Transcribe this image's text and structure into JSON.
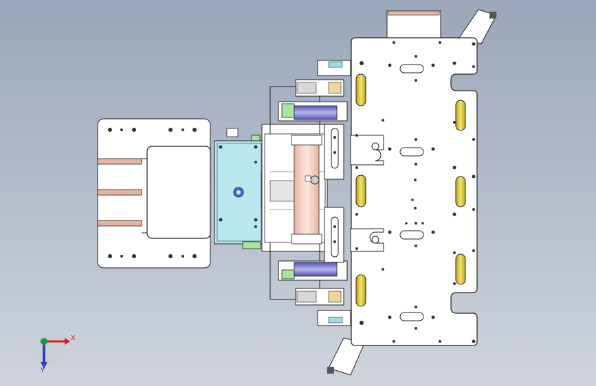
{
  "viewport": {
    "background_top": "#9aa6b9",
    "background_bottom": "#cfd4dd"
  },
  "triad": {
    "x_label": "X",
    "y_label": "Y",
    "x_color": "#d42020",
    "y_color": "#1f9a3a",
    "z_color": "#2f3fb8"
  },
  "colors": {
    "plate_fill": "#ffffff",
    "outline": "#222222",
    "cylinder_block": "#b8e8ee",
    "piston_rod": "#f4d2c4",
    "copper_strip": "#e7b39e",
    "roller_blue": "#7a78c8",
    "slot_yellow": "#e6d33c",
    "accent_green": "#a6e6a0"
  },
  "model": {
    "component": "gripper-assembly",
    "view": "top"
  }
}
